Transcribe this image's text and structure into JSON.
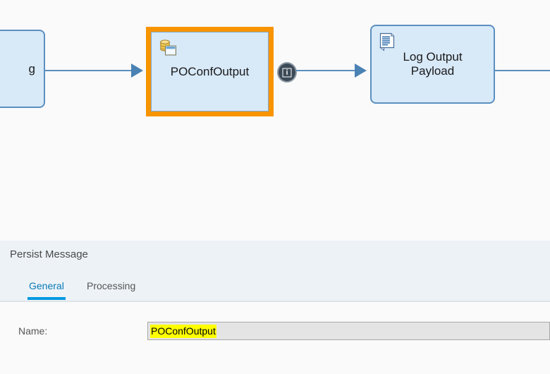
{
  "canvas": {
    "background_color": "#fafafa",
    "nodes": [
      {
        "id": "prev",
        "label": "g",
        "fill_color": "#d8e9f8",
        "border_color": "#5b8fc0",
        "selected": false,
        "icon": "none"
      },
      {
        "id": "poconfoutput",
        "label": "POConfOutput",
        "fill_color": "#d8e9f8",
        "border_color": "#7fa8cd",
        "selection_color": "#f79400",
        "selected": true,
        "icon": "persist-message-icon"
      },
      {
        "id": "log-output-payload",
        "label": "Log Output\nPayload",
        "fill_color": "#d8e9f8",
        "border_color": "#5b8fc0",
        "selected": false,
        "icon": "script-document-icon"
      }
    ],
    "badge": {
      "name": "info-badge",
      "glyph": "i",
      "fill_color": "#3c4a57",
      "ring_color": "#8d99a4"
    },
    "connector_color": "#5b8fc0",
    "arrow_color": "#4a82b4"
  },
  "panel": {
    "title": "Persist Message",
    "background_color": "#edf2f7",
    "tabs": [
      {
        "label": "General",
        "active": true
      },
      {
        "label": "Processing",
        "active": false
      }
    ],
    "active_tab_color": "#0099e0",
    "form": {
      "background_color": "#fafafa",
      "name_label": "Name:",
      "name_value": "POConfOutput",
      "name_placeholder": "",
      "name_highlight_color": "#ffff00",
      "name_field_background": "#e4e4e4"
    }
  }
}
